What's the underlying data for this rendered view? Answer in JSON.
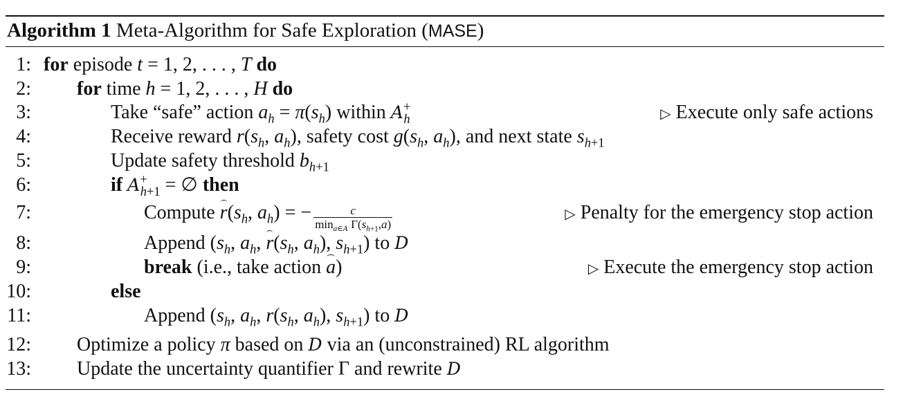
{
  "caption": {
    "label": "Algorithm 1",
    "title": "Meta-Algorithm for Safe Exploration (",
    "acronym": "MASE",
    "close": ")"
  },
  "lines": [
    {
      "n": "1:",
      "kw_for": "for",
      "text": " episode ",
      "var": "t",
      "eq": " = 1, 2, . . . , ",
      "end": "T",
      "kw_do": " do"
    },
    {
      "n": "2:",
      "kw_for": "for",
      "text": " time ",
      "var": "h",
      "eq": " = 1, 2, . . . , ",
      "end": "H",
      "kw_do": " do"
    },
    {
      "n": "3:",
      "text": "Take “safe” action ",
      "mid": " within ",
      "comment": "Execute only safe actions"
    },
    {
      "n": "4:",
      "text": "Receive reward ",
      "mid1": ", safety cost ",
      "mid2": ", and next state "
    },
    {
      "n": "5:",
      "text": "Update safety threshold "
    },
    {
      "n": "6:",
      "kw_if": "if",
      "kw_then": " then"
    },
    {
      "n": "7:",
      "text": "Compute ",
      "comment": "Penalty for the emergency stop action"
    },
    {
      "n": "8:",
      "text": "Append ",
      "to": " to "
    },
    {
      "n": "9:",
      "kw_break": "break",
      "text": " (i.e., take action ",
      "close": ")",
      "comment": "Execute the emergency stop action"
    },
    {
      "n": "10:",
      "kw_else": "else"
    },
    {
      "n": "11:",
      "text": "Append ",
      "to": " to "
    },
    {
      "n": "12:",
      "text1": "Optimize a policy ",
      "text2": " based on ",
      "text3": " via an (unconstrained) RL algorithm"
    },
    {
      "n": "13:",
      "text1": "Update the uncertainty quantifier Γ and rewrite "
    }
  ]
}
